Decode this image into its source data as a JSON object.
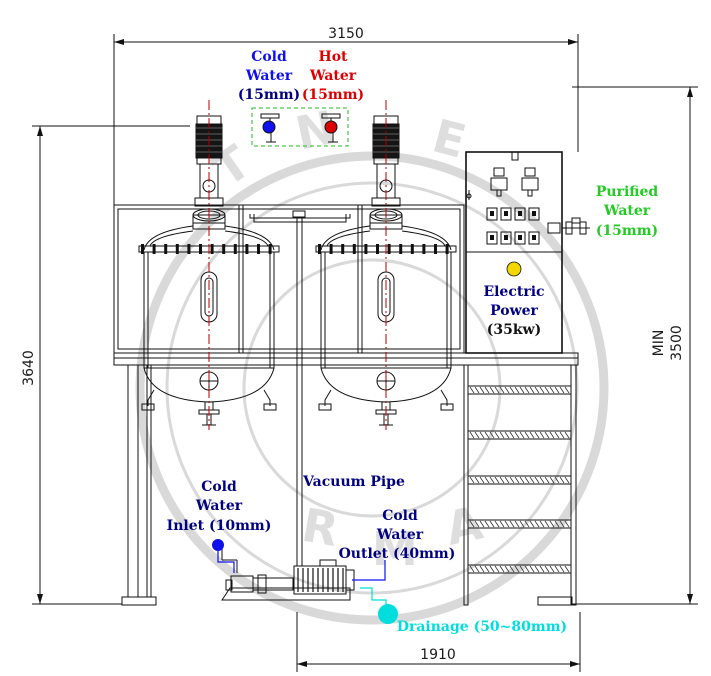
{
  "colors": {
    "cold": "#1010ee",
    "hot": "#dd0000",
    "purified": "#22cc22",
    "drainage": "#00dddd",
    "power_light": "#f2d700",
    "text_dark": "#000080"
  },
  "dimensions": {
    "overall_width": "3150",
    "overall_height": "3640",
    "min_height_line1": "MIN",
    "min_height_line2": "3500",
    "pump_width": "1910"
  },
  "labels": {
    "cold_top": [
      "Cold",
      "Water",
      "(15mm)"
    ],
    "hot_top": [
      "Hot",
      "Water",
      "(15mm)"
    ],
    "purified": [
      "Purified",
      "Water",
      "(15mm)"
    ],
    "electric": [
      "Electric",
      "Power",
      "(35kw)"
    ],
    "vacuum_pipe": "Vacuum Pipe",
    "cold_inlet": [
      "Cold",
      "Water",
      "Inlet (10mm)"
    ],
    "cold_outlet": [
      "Cold",
      "Water",
      "Outlet (40mm)"
    ],
    "drainage": "Drainage (50~80mm)"
  },
  "watermark_text": [
    "T",
    "N",
    "E",
    "R",
    "M",
    "A"
  ]
}
